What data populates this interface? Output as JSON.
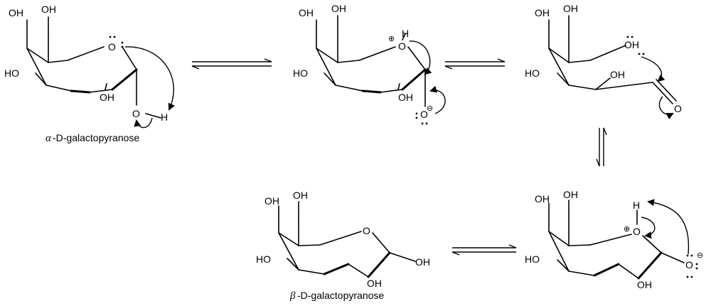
{
  "atoms": {
    "oh": "OH",
    "ho": "HO",
    "o": "O",
    "h": "H"
  },
  "captions": {
    "alpha_symbol": "α",
    "alpha_name": "-D-galactopyranose",
    "beta_symbol": "β",
    "beta_name": "-D-galactopyranose"
  },
  "charges": {
    "positive": "⊕",
    "negative": "⊖"
  },
  "colors": {
    "ink": "#000000",
    "background": "#ffffff"
  }
}
